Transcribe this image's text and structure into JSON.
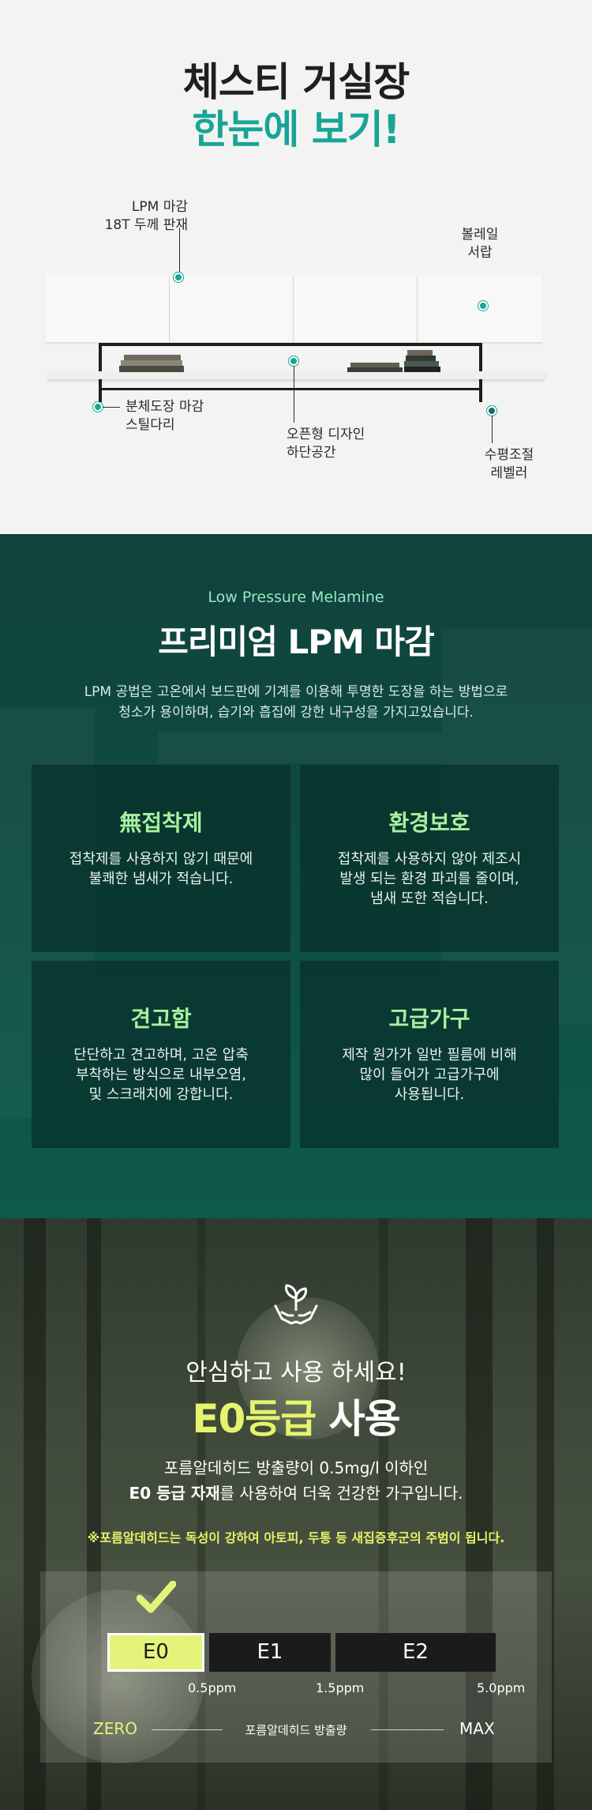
{
  "section1": {
    "title_line1": "체스티 거실장",
    "title_line2": "한눈에 보기!",
    "labels": {
      "lpm": [
        "LPM 마감",
        "18T 두께 판재"
      ],
      "drawer": [
        "볼레일",
        "서랍"
      ],
      "legs": [
        "분체도장 마감",
        "스틸다리"
      ],
      "open": [
        "오픈형 디자인",
        "하단공간"
      ],
      "leveler": [
        "수평조절",
        "레벨러"
      ]
    }
  },
  "section2": {
    "subtitle": "Low Pressure Melamine",
    "title": "프리미엄 LPM 마감",
    "description": [
      "LPM 공법은 고온에서 보드판에 기계를 이용해 투명한 도장을 하는 방법으로",
      "청소가 용이하며, 습기와 흡집에 강한 내구성을 가지고있습니다."
    ],
    "cards": [
      {
        "title": "無접착제",
        "lines": [
          "접착제를 사용하지 않기 때문에",
          "불쾌한 냄새가 적습니다."
        ]
      },
      {
        "title": "환경보호",
        "lines": [
          "접착제를 사용하지 않아 제조시",
          "발생 되는 환경 파괴를 줄이며,",
          "냄새 또한 적습니다."
        ]
      },
      {
        "title": "견고함",
        "lines": [
          "단단하고 견고하며, 고온 압축",
          "부착하는 방식으로 내부오염,",
          "및 스크래치에 강합니다."
        ]
      },
      {
        "title": "고급가구",
        "lines": [
          "제작 원가가 일반 필름에 비해",
          "많이 들어가 고급가구에",
          "사용됩니다."
        ]
      }
    ]
  },
  "section3": {
    "icon": "eco-hands-sprout-icon",
    "line1": "안심하고 사용 하세요!",
    "line2_highlight": "E0등급",
    "line2_rest": " 사용",
    "desc_line1": "포름알데히드 방출량이 0.5mg/l 이하인",
    "desc_line2_bold": "E0 등급 자재",
    "desc_line2_rest": "를 사용하여 더욱 건강한 가구입니다.",
    "warning": "※포름알데히드는 독성이 강하여 아토피, 두통 등 새집증후군의 주범이 됩니다.",
    "grades": [
      {
        "label": "E0",
        "ppm": "0.5ppm",
        "active": true
      },
      {
        "label": "E1",
        "ppm": "1.5ppm",
        "active": false
      },
      {
        "label": "E2",
        "ppm": "5.0ppm",
        "active": false
      }
    ],
    "scale_min": "ZERO",
    "scale_max": "MAX",
    "scale_label": "포름알데히드 방출량",
    "colors": {
      "accent": "#e4f47a",
      "teal": "#17a596"
    }
  }
}
